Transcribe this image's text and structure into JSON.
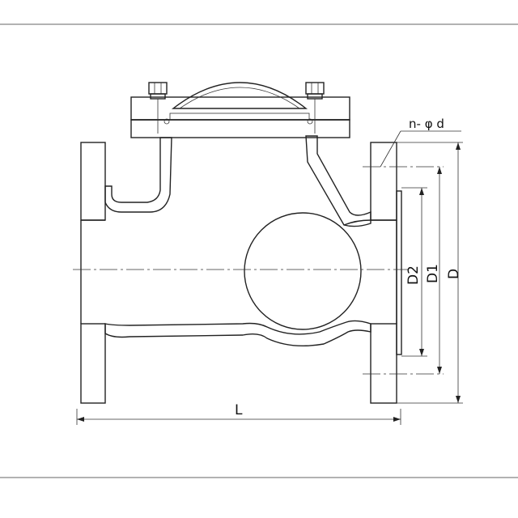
{
  "drawing": {
    "dimension_labels": {
      "length": "L",
      "bolt_holes": "n- φ d",
      "d2": "D2",
      "d1": "D1",
      "d": "D"
    }
  }
}
